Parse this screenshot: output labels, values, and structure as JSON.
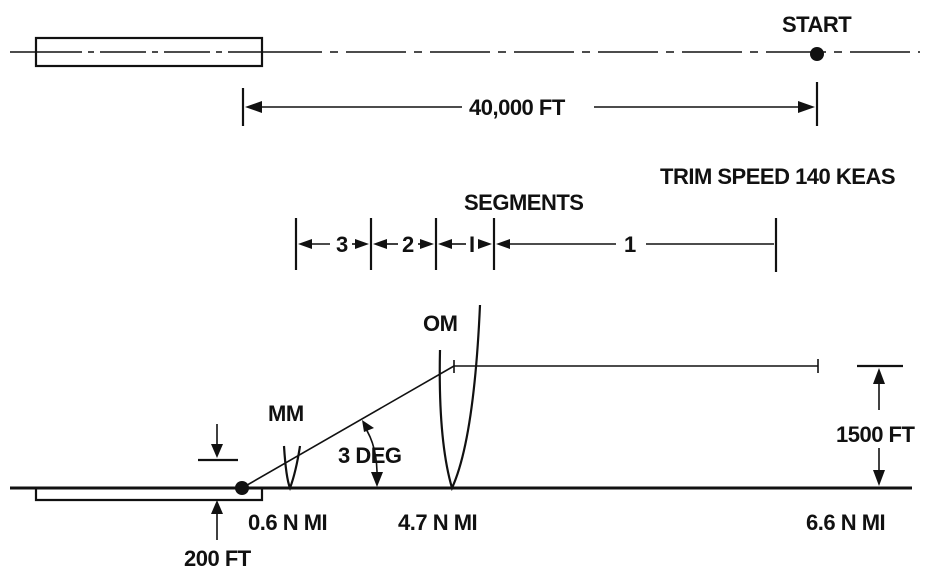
{
  "top_view": {
    "start_label": "START",
    "distance_label": "40,000 FT",
    "trim_speed_label": "TRIM SPEED 140 KEAS"
  },
  "segments": {
    "heading": "SEGMENTS",
    "labels": [
      "3",
      "2",
      "I",
      "1"
    ]
  },
  "side_view": {
    "outer_marker_label": "OM",
    "middle_marker_label": "MM",
    "glide_angle_label": "3 DEG",
    "altitude_label": "1500 FT",
    "threshold_height_label": "200 FT",
    "distances": [
      "0.6 N MI",
      "4.7 N MI",
      "6.6 N MI"
    ]
  },
  "colors": {
    "ink": "#111111",
    "background": "#ffffff"
  }
}
